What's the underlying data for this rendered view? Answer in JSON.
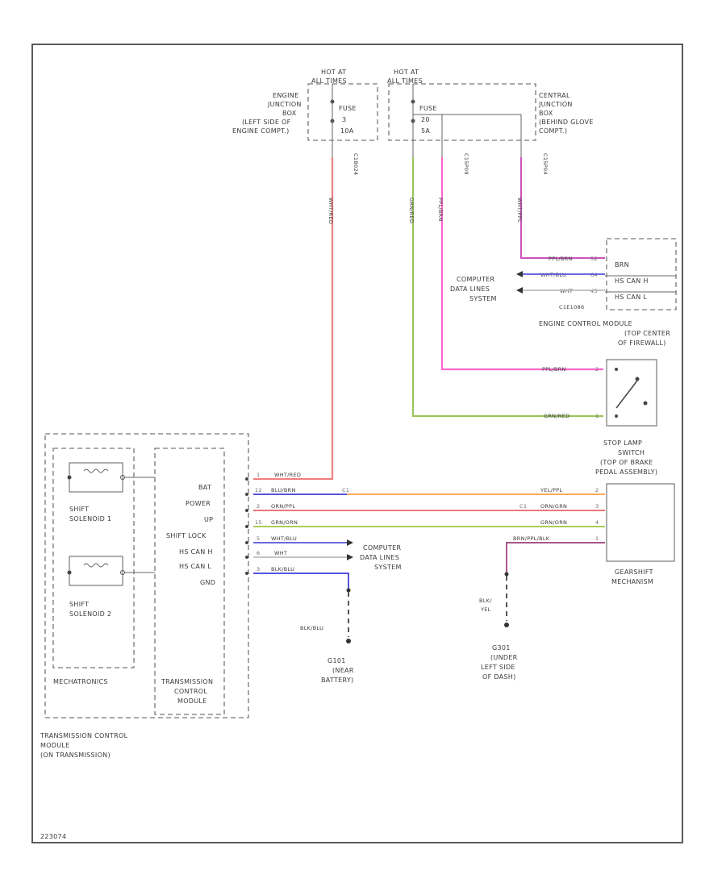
{
  "colors": {
    "red_wht": "#f08080",
    "grn": "#9bc45a",
    "pnk": "#ff66cc",
    "ppl_brn": "#cc55bb",
    "blu": "#5555dd",
    "yel_ppl": "#ffaa55",
    "orn_ppl": "#ee7777",
    "grn_orn": "#aacc55",
    "brn_ppl": "#aa5588",
    "gray": "#bbbbbb"
  },
  "fuses": {
    "left": {
      "hot_at": "HOT AT",
      "all_times": "ALL TIMES",
      "fuse_label": "FUSE",
      "fuse_num": "3",
      "amp": "10A",
      "box_name": [
        "ENGINE",
        "JUNCTION",
        "BOX",
        "(LEFT SIDE OF",
        "ENGINE COMPT.)"
      ],
      "connector": "C1B024",
      "wire": "WHT/RED"
    },
    "right": {
      "hot_at": "HOT AT",
      "all_times": "ALL TIMES",
      "fuse_label": "FUSE",
      "fuse_num": "20",
      "amp": "5A",
      "box_name": [
        "CENTRAL",
        "JUNCTION",
        "BOX",
        "(BEHIND GLOVE",
        "COMPT.)"
      ],
      "connectors": [
        "C15P09",
        "C15P04"
      ],
      "wires": [
        "GRN/RED",
        "PPL/BRN",
        "WHT/PPL"
      ]
    }
  },
  "ecm": {
    "name": [
      "ENGINE CONTROL MODULE",
      "(TOP CENTER",
      "OF FIREWALL)"
    ],
    "pins": [
      "BRN",
      "HS CAN H",
      "HS CAN L"
    ],
    "wires": [
      "PPL/BRN",
      "WHT/BLU",
      "WHT"
    ],
    "pin_nums": [
      "52",
      "64",
      "43"
    ],
    "connector": "C1E1086",
    "computer_data": [
      "COMPUTER",
      "DATA LINES",
      "SYSTEM"
    ]
  },
  "stop_lamp": {
    "name": [
      "STOP LAMP",
      "SWITCH",
      "(TOP OF BRAKE",
      "PEDAL ASSEMBLY)"
    ],
    "wires": [
      "PPL/BRN",
      "GRN/RED"
    ],
    "pin_nums": [
      "2",
      "1"
    ]
  },
  "gearshift": {
    "name": [
      "GEARSHIFT",
      "MECHANISM"
    ],
    "wires": [
      "YEL/PPL",
      "ORN/GRN",
      "GRN/ORN",
      "BRN/PPL/BLK"
    ],
    "pin_nums": [
      "2",
      "3",
      "4",
      "1"
    ]
  },
  "tcm": {
    "pins": [
      "BAT",
      "POWER",
      "UP",
      "SHIFT LOCK",
      "HS CAN H",
      "HS CAN L",
      "GND"
    ],
    "wires": [
      "WHT/RED",
      "BLU/BRN",
      "ORN/PPL",
      "GRN/ORN",
      "WHT/BLU",
      "WHT",
      "BLK/BLU"
    ],
    "pin_nums": [
      "1",
      "12",
      "2",
      "15",
      "5",
      "6",
      "3"
    ],
    "inner_name": [
      "TRANSMISSION",
      "CONTROL",
      "MODULE"
    ],
    "outer_name": [
      "TRANSMISSION CONTROL",
      "MODULE",
      "(ON TRANSMISSION)"
    ],
    "c_label": "C1",
    "mechatronics": "MECHATRONICS",
    "solenoid1": [
      "SHIFT",
      "SOLENOID 1"
    ],
    "solenoid2": [
      "SHIFT",
      "SOLENOID 2"
    ],
    "computer_data": [
      "COMPUTER",
      "DATA LINES",
      "SYSTEM"
    ]
  },
  "grounds": {
    "battery": {
      "wire": "BLK/BLU",
      "name": [
        "G101",
        "(NEAR",
        "BATTERY)"
      ]
    },
    "dash": {
      "wire": [
        "BLK/",
        "YEL"
      ],
      "name": [
        "G301",
        "(UNDER",
        "LEFT SIDE",
        "OF DASH)"
      ]
    }
  },
  "footer_code": "223074"
}
